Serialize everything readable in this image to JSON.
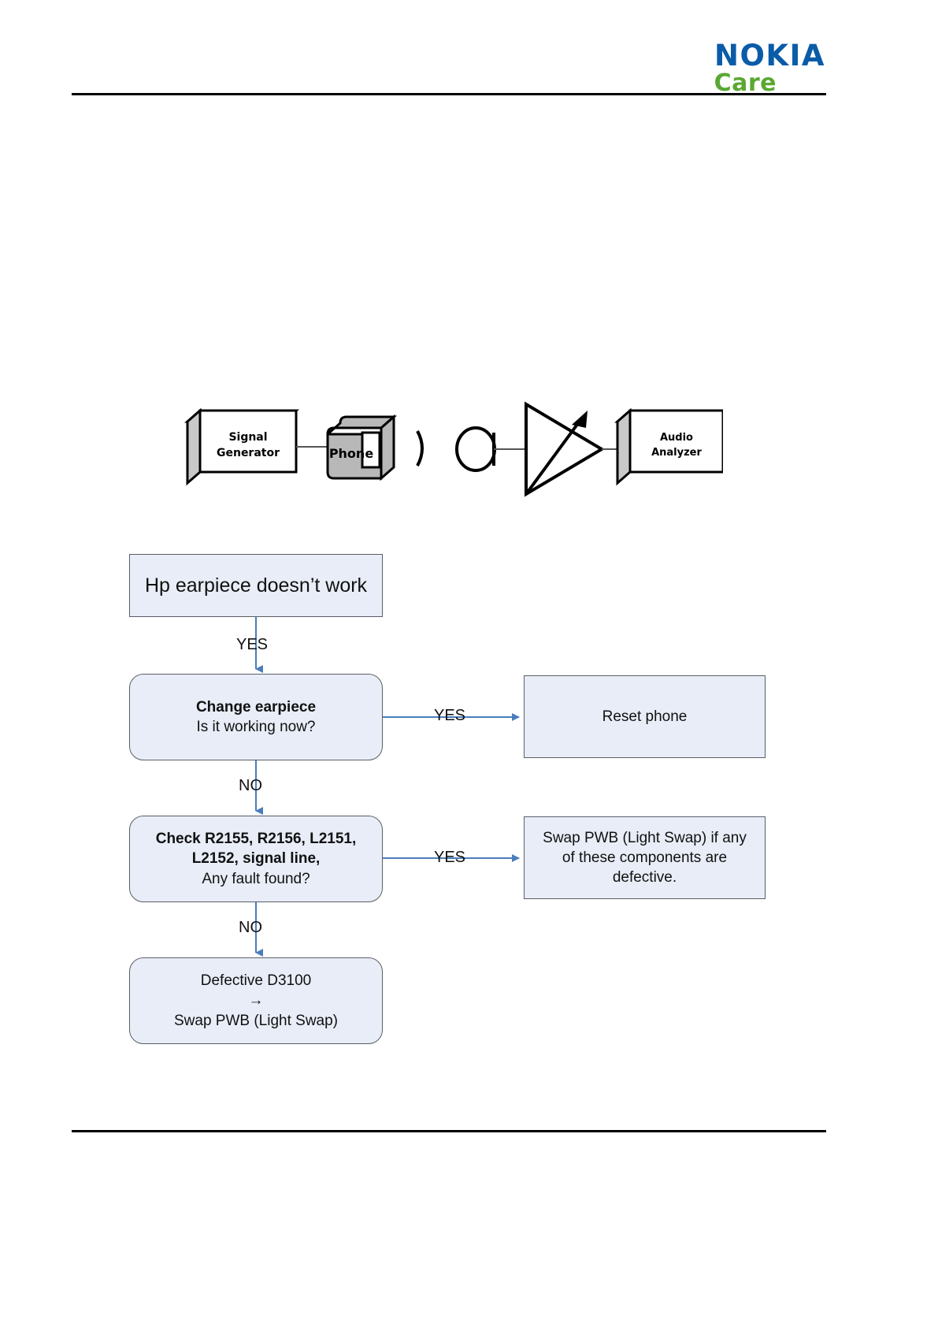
{
  "header": {
    "brand_primary": "NOKIA",
    "brand_secondary": "Care",
    "brand_primary_color": "#0a5ca8",
    "brand_secondary_color": "#5aa832"
  },
  "setup_diagram": {
    "title": "audio-test-setup",
    "blocks": [
      {
        "name": "signal-generator",
        "line1": "Signal",
        "line2": "Generator"
      },
      {
        "name": "phone",
        "line1": "Phone",
        "line2": ""
      },
      {
        "name": "audio-analyzer",
        "line1": "Audio",
        "line2": "Analyzer"
      }
    ],
    "symbols": [
      {
        "name": "sound-wave-arc"
      },
      {
        "name": "microphone"
      },
      {
        "name": "amplifier-with-gain-arrow"
      }
    ]
  },
  "flowchart": {
    "type": "troubleshooting-flow",
    "nodes": [
      {
        "id": "start",
        "shape": "rectangle",
        "lines": [
          {
            "text": "Hp earpiece doesn’t work",
            "bold": false
          }
        ]
      },
      {
        "id": "change-earpiece",
        "shape": "rounded",
        "lines": [
          {
            "text": "Change earpiece",
            "bold": true
          },
          {
            "text": "Is it working now?",
            "bold": false
          }
        ]
      },
      {
        "id": "reset-phone",
        "shape": "rectangle",
        "lines": [
          {
            "text": "Reset phone",
            "bold": false
          }
        ]
      },
      {
        "id": "check-components",
        "shape": "rounded",
        "lines": [
          {
            "text": "Check R2155, R2156, L2151,",
            "bold": true
          },
          {
            "text": "L2152, signal line,",
            "bold": true
          },
          {
            "text": "Any fault found?",
            "bold": false
          }
        ]
      },
      {
        "id": "swap-pwb-if-defective",
        "shape": "rectangle",
        "lines": [
          {
            "text": "Swap PWB (Light Swap) if any",
            "bold": false
          },
          {
            "text": "of these components are",
            "bold": false
          },
          {
            "text": "defective.",
            "bold": false
          }
        ]
      },
      {
        "id": "defective-d3100",
        "shape": "rounded",
        "lines": [
          {
            "text": "Defective D3100",
            "bold": false
          },
          {
            "text": "→",
            "bold": false
          },
          {
            "text": "Swap PWB (Light Swap)",
            "bold": false
          }
        ]
      }
    ],
    "edges": [
      {
        "from": "start",
        "to": "change-earpiece",
        "label": "YES"
      },
      {
        "from": "change-earpiece",
        "to": "reset-phone",
        "label": "YES"
      },
      {
        "from": "change-earpiece",
        "to": "check-components",
        "label": "NO"
      },
      {
        "from": "check-components",
        "to": "swap-pwb-if-defective",
        "label": "YES"
      },
      {
        "from": "check-components",
        "to": "defective-d3100",
        "label": "NO"
      }
    ],
    "node_fill": "#e8edf7",
    "node_border": "#5a5f66",
    "arrow_color": "#4a7ebb"
  }
}
